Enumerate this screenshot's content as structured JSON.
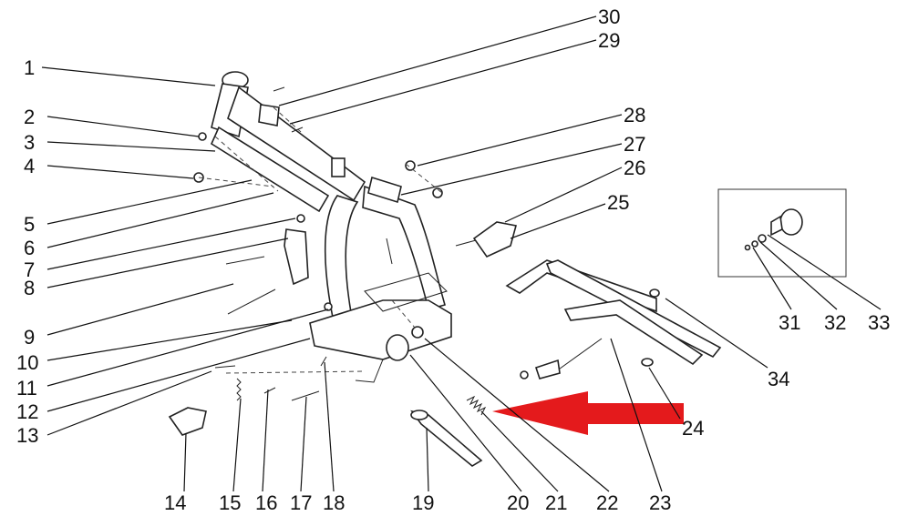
{
  "diagram": {
    "callouts": [
      "1",
      "2",
      "3",
      "4",
      "5",
      "6",
      "7",
      "8",
      "9",
      "10",
      "11",
      "12",
      "13",
      "14",
      "15",
      "16",
      "17",
      "18",
      "19",
      "20",
      "21",
      "22",
      "23",
      "24",
      "25",
      "26",
      "27",
      "28",
      "29",
      "30",
      "31",
      "32",
      "33",
      "34"
    ],
    "arrow_color": "#e41a1c",
    "line_color": "#111111"
  }
}
